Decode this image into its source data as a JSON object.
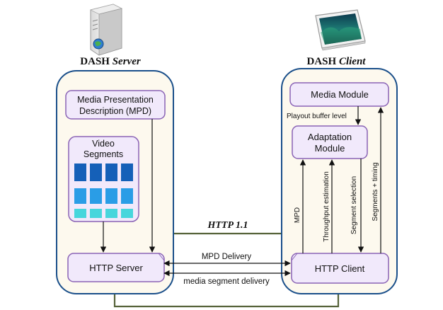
{
  "server": {
    "title_main": "DASH",
    "title_italic": "Server",
    "mpd_line1": "Media Presentation",
    "mpd_line2": "Description (MPD)",
    "video_line1": "Video",
    "video_line2": "Segments",
    "http_server": "HTTP Server",
    "icon": "server-tower-icon"
  },
  "client": {
    "title_main": "DASH",
    "title_italic": "Client",
    "media_module": "Media Module",
    "playout_label": "Playout buffer level",
    "adaptation_line1": "Adaptation",
    "adaptation_line2": "Module",
    "http_client": "HTTP Client",
    "icon": "tablet-device-icon",
    "vertical_labels": {
      "mpd": "MPD",
      "throughput": "Throughput estimation",
      "segment_selection": "Segment selection",
      "segments_timing": "Segments + timing"
    }
  },
  "links": {
    "http": "HTTP 1.1",
    "mpd_delivery": "MPD Delivery",
    "media_segment_delivery": "media segment delivery"
  },
  "colors": {
    "panel_border": "#1a4f8a",
    "panel_fill": "#fdf9ee",
    "box_border": "#8a63b5",
    "box_fill": "#f1e9fb",
    "link_line": "#56633a",
    "seg_dark": "#1560b8",
    "seg_mid": "#2a9de6",
    "seg_light": "#47d6dc"
  }
}
